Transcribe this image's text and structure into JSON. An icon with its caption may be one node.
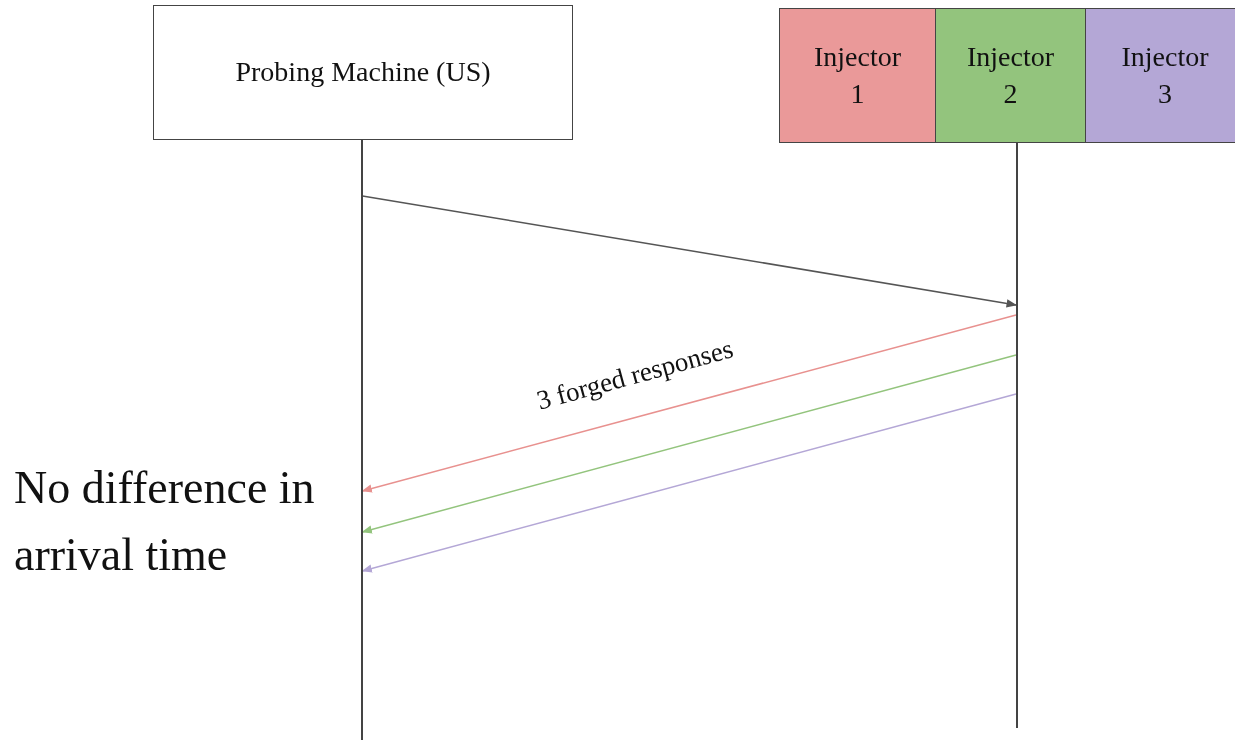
{
  "diagram": {
    "nodes": [
      {
        "text": [
          "Probing Machine (US)"
        ]
      },
      {
        "text": [
          "Injector 1"
        ]
      },
      {
        "text": [
          "Injector 2"
        ]
      },
      {
        "text": [
          "Injector 3"
        ]
      },
      {
        "text": [],
        "shape": "bar"
      },
      {
        "text": [],
        "shape": "bar"
      }
    ],
    "edges": [
      {
        "from": 4,
        "to": 5,
        "arrow": "to",
        "color": "#555555"
      },
      {
        "from": 5,
        "to": 4,
        "arrow": "to",
        "color": "#e8918f",
        "label": "3 forged responses"
      },
      {
        "from": 5,
        "to": 4,
        "arrow": "to",
        "color": "#93c47d"
      },
      {
        "from": 5,
        "to": 4,
        "arrow": "to",
        "color": "#b4a7d6"
      }
    ],
    "labels": [
      "No difference in arrival time"
    ]
  }
}
